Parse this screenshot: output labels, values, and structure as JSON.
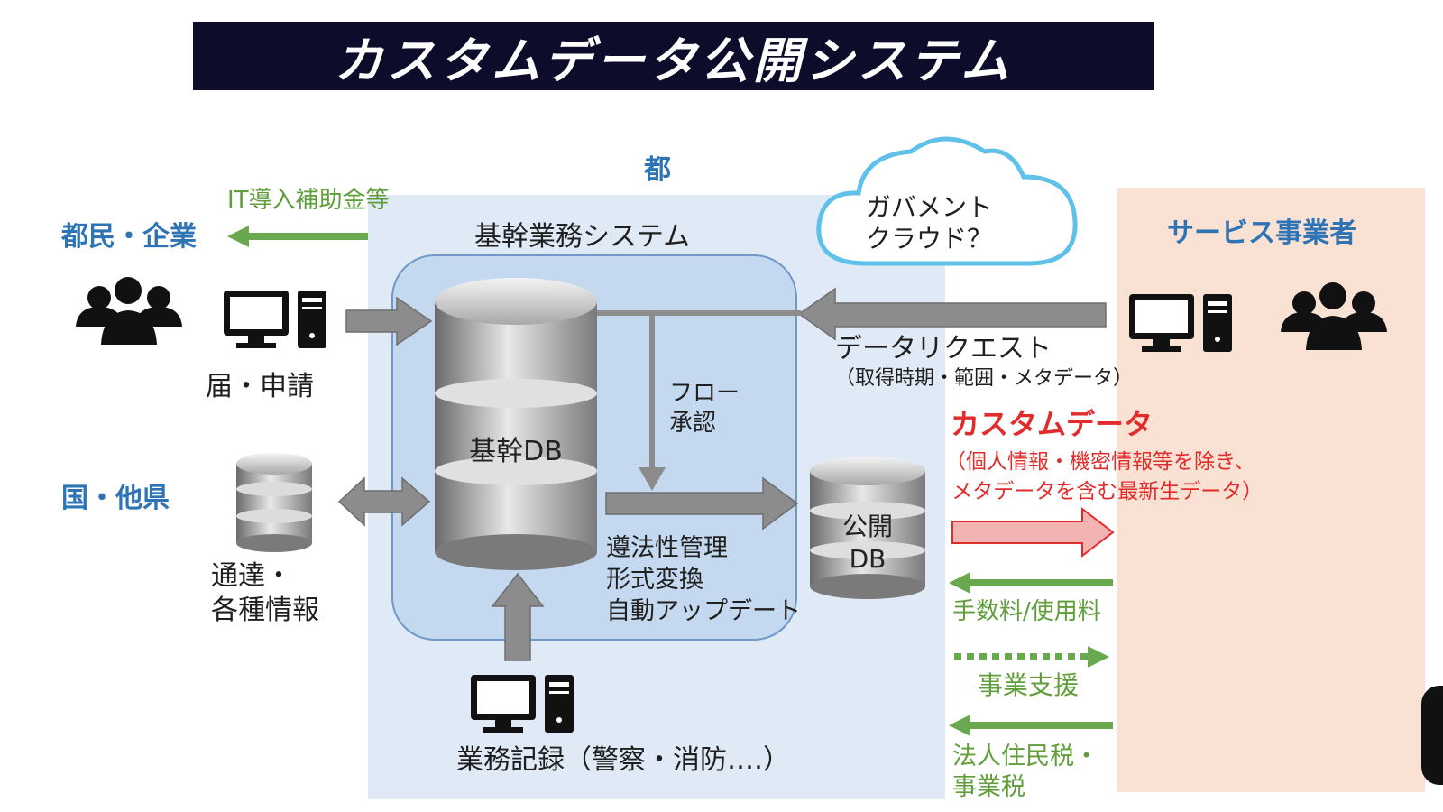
{
  "title": "カスタムデータ公開システム",
  "zones": {
    "metro": "都",
    "core_system": "基幹業務システム",
    "cloud": "ガバメント\nクラウド？"
  },
  "actors": {
    "citizens": "都民・企業",
    "nation": "国・他県",
    "providers": "サービス事業者"
  },
  "labels": {
    "subsidy": "IT導入補助金等",
    "notification": "届・申請",
    "circulars": "通達・\n各種情報",
    "core_db": "基幹DB",
    "flow_approval": "フロー\n承認",
    "compliance": "遵法性管理\n形式変換\n自動アップデート",
    "public_db": "公開\nDB",
    "data_request": "データリクエスト",
    "data_request_detail": "（取得時期・範囲・メタデータ）",
    "custom_data": "カスタムデータ",
    "custom_data_detail": "（個人情報・機密情報等を除き、\n メタデータを含む最新生データ）",
    "fees": "手数料/使用料",
    "business_support": "事業支援",
    "taxes": "法人住民税・\n事業税",
    "business_records": "業務記録（警察・消防‥‥）"
  },
  "colors": {
    "title_bg": "#0d0d2b",
    "metro_zone": "#dfeaf6",
    "core_box": "#c4d9ef",
    "provider_zone": "#f9e1d4",
    "actor_blue": "#2e74b5",
    "money_green": "#5f9e3a",
    "custom_red": "#e22b2b",
    "arrow_gray": "#8c8c8c"
  },
  "icons": [
    "people-icon",
    "computer-icon",
    "database-icon",
    "cloud-icon"
  ]
}
